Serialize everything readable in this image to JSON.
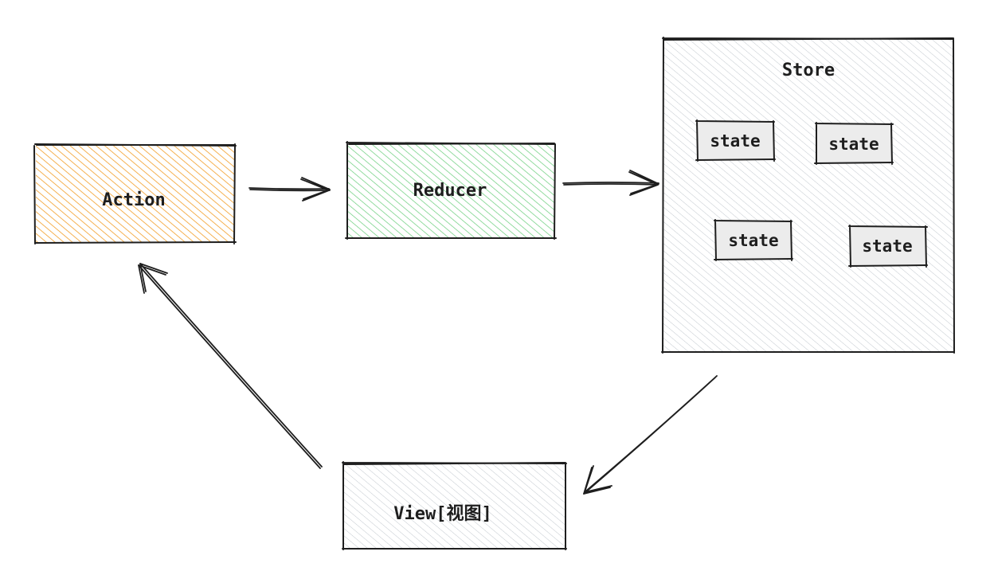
{
  "nodes": {
    "action": {
      "label": "Action",
      "color": "#f08c00"
    },
    "reducer": {
      "label": "Reducer",
      "color": "#40c057"
    },
    "store": {
      "label": "Store",
      "color": "#868e96",
      "states": [
        "state",
        "state",
        "state",
        "state"
      ]
    },
    "view": {
      "label": "View[视图]",
      "color": "#868e96"
    }
  },
  "edges": [
    {
      "from": "Action",
      "to": "Reducer"
    },
    {
      "from": "Reducer",
      "to": "Store"
    },
    {
      "from": "Store",
      "to": "View[视图]"
    },
    {
      "from": "View[视图]",
      "to": "Action"
    }
  ]
}
